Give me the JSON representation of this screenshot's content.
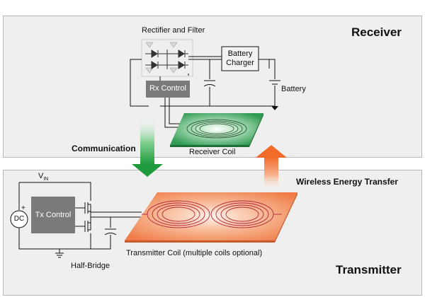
{
  "receiver": {
    "title": "Receiver",
    "rectifier_label": "Rectifier and Filter",
    "rx_control_label": "Rx Control",
    "battery_charger_line1": "Battery",
    "battery_charger_line2": "Charger",
    "battery_label": "Battery",
    "receiver_coil_label": "Receiver Coil"
  },
  "links": {
    "communication_label": "Communication",
    "wireless_energy_label": "Wireless Energy Transfer"
  },
  "transmitter": {
    "title": "Transmitter",
    "vin_label": "V",
    "vin_subscript": "IN",
    "dc_label": "DC",
    "plus_label": "+",
    "tx_control_label": "Tx Control",
    "half_bridge_label": "Half-Bridge",
    "transmitter_coil_label": "Transmitter Coil (multiple coils optional)"
  },
  "colors": {
    "panel_bg": "#efefef",
    "control_box": "#7a7a7a",
    "communication_arrow": "#2fae4a",
    "energy_arrow": "#f26b2a",
    "coil_wire": "#b3263a",
    "receiver_pad": "#2f9a52",
    "transmitter_pad": "#f08a5a"
  }
}
